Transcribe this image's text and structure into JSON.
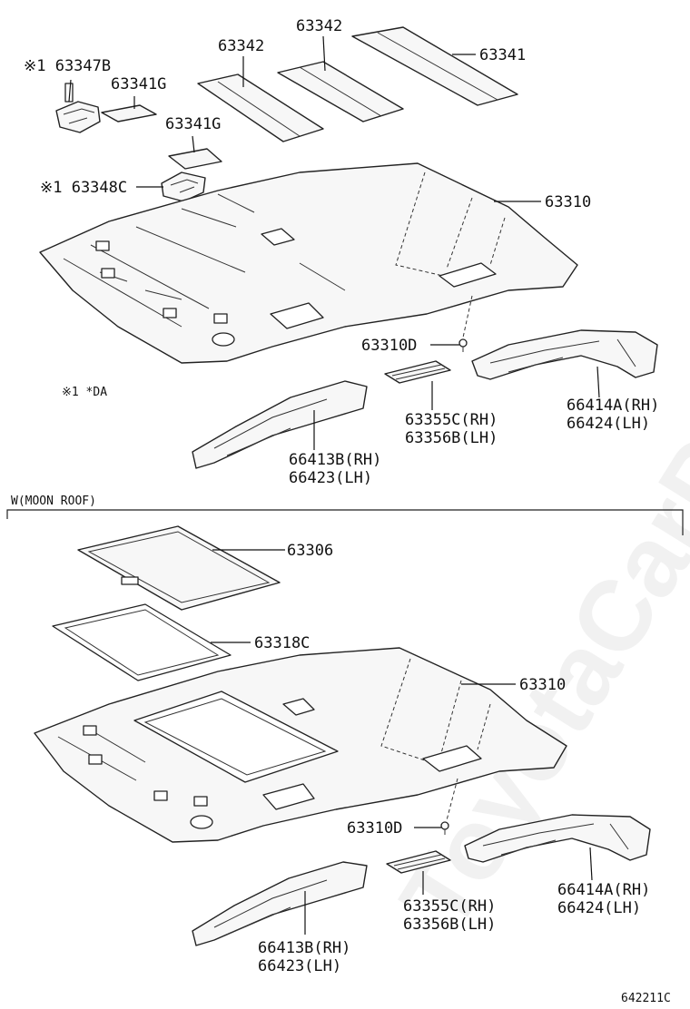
{
  "watermark": "ToyotaCarPart.ru",
  "standard": {
    "note": "※1 *DA",
    "labels": {
      "p63347b": "※1 63347B",
      "p63341g_a": "63341G",
      "p63341g_b": "63341G",
      "p63348c": "※1 63348C",
      "p63342_a": "63342",
      "p63342_b": "63342",
      "p63341": "63341",
      "p63310": "63310",
      "p63310d": "63310D",
      "p66414a": "66414A(RH)",
      "p66424": "66424(LH)",
      "p63355c": "63355C(RH)",
      "p63356b": "63356B(LH)",
      "p66413b": "66413B(RH)",
      "p66423": "66423(LH)"
    }
  },
  "moonroof": {
    "section_title": "W(MOON ROOF)",
    "labels": {
      "p63306": "63306",
      "p63318c": "63318C",
      "p63310": "63310",
      "p63310d": "63310D",
      "p66414a": "66414A(RH)",
      "p66424": "66424(LH)",
      "p63355c": "63355C(RH)",
      "p63356b": "63356B(LH)",
      "p66413b": "66413B(RH)",
      "p66423": "66423(LH)"
    }
  },
  "figure_id": "642211C"
}
